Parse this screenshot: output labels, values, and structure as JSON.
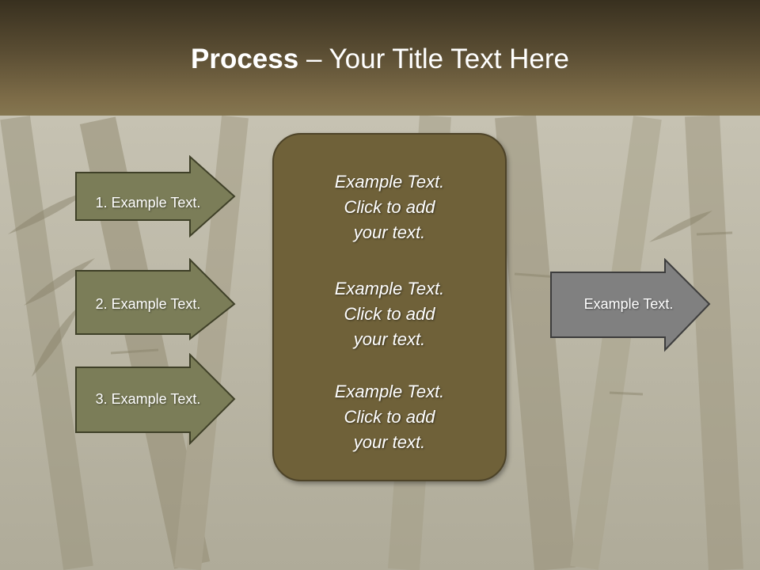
{
  "title": {
    "bold": "Process",
    "rest": " – Your Title Text Here"
  },
  "steps": [
    {
      "label": "1. Example Text."
    },
    {
      "label": "2. Example Text."
    },
    {
      "label": "3. Example Text."
    }
  ],
  "center": {
    "paragraphs": [
      {
        "line1": "Example Text.",
        "line2": "Click  to add",
        "line3": "your text."
      },
      {
        "line1": "Example Text.",
        "line2": "Click  to add",
        "line3": "your text."
      },
      {
        "line1": "Example Text.",
        "line2": "Click  to add",
        "line3": "your text."
      }
    ]
  },
  "result": {
    "label": "Example Text."
  },
  "colors": {
    "step_fill": "#7b7d58",
    "center_fill": "#6f6139",
    "result_fill": "#808080",
    "header_dark": "#38301f",
    "header_light": "#857650"
  }
}
